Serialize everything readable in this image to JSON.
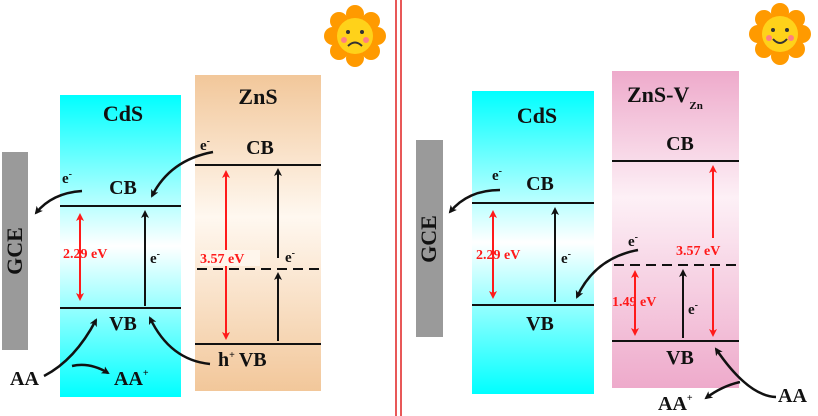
{
  "colors": {
    "cds": "#00ffff",
    "zns": "#f2c79a",
    "zns_vzn": "#eeaacb",
    "gce": "#9a9a9a",
    "gap_arrow": "#ff1a1a",
    "divider": "#e02020",
    "sun": "#ff9a00"
  },
  "left": {
    "sun_icon": "sad-sun-icon",
    "gce": "GCE",
    "cds": {
      "title": "CdS",
      "cb": "CB",
      "vb": "VB",
      "gap": "2.29 eV",
      "electron": "e",
      "minus": "-"
    },
    "zns": {
      "title": "ZnS",
      "cb": "CB",
      "vb": "VB",
      "hole": "h",
      "plus": "+",
      "gap": "3.57 eV",
      "electron": "e",
      "minus": "-"
    },
    "e_to_gce": "e",
    "e_from_zns": "e",
    "minus": "-",
    "aa": "AA",
    "aa_plus": "AA",
    "plus": "+"
  },
  "right": {
    "sun_icon": "happy-sun-icon",
    "gce": "GCE",
    "cds": {
      "title": "CdS",
      "cb": "CB",
      "vb": "VB",
      "gap": "2.29 eV",
      "electron": "e",
      "minus": "-"
    },
    "zns": {
      "title": "ZnS-V",
      "title_sub": "Zn",
      "cb": "CB",
      "vb": "VB",
      "gap": "3.57 eV",
      "defect_gap": "1.49 eV",
      "electron": "e",
      "minus": "-"
    },
    "e_to_gce": "e",
    "e_from_defect": "e",
    "minus": "-",
    "aa": "AA",
    "aa_plus": "AA",
    "plus": "+"
  }
}
